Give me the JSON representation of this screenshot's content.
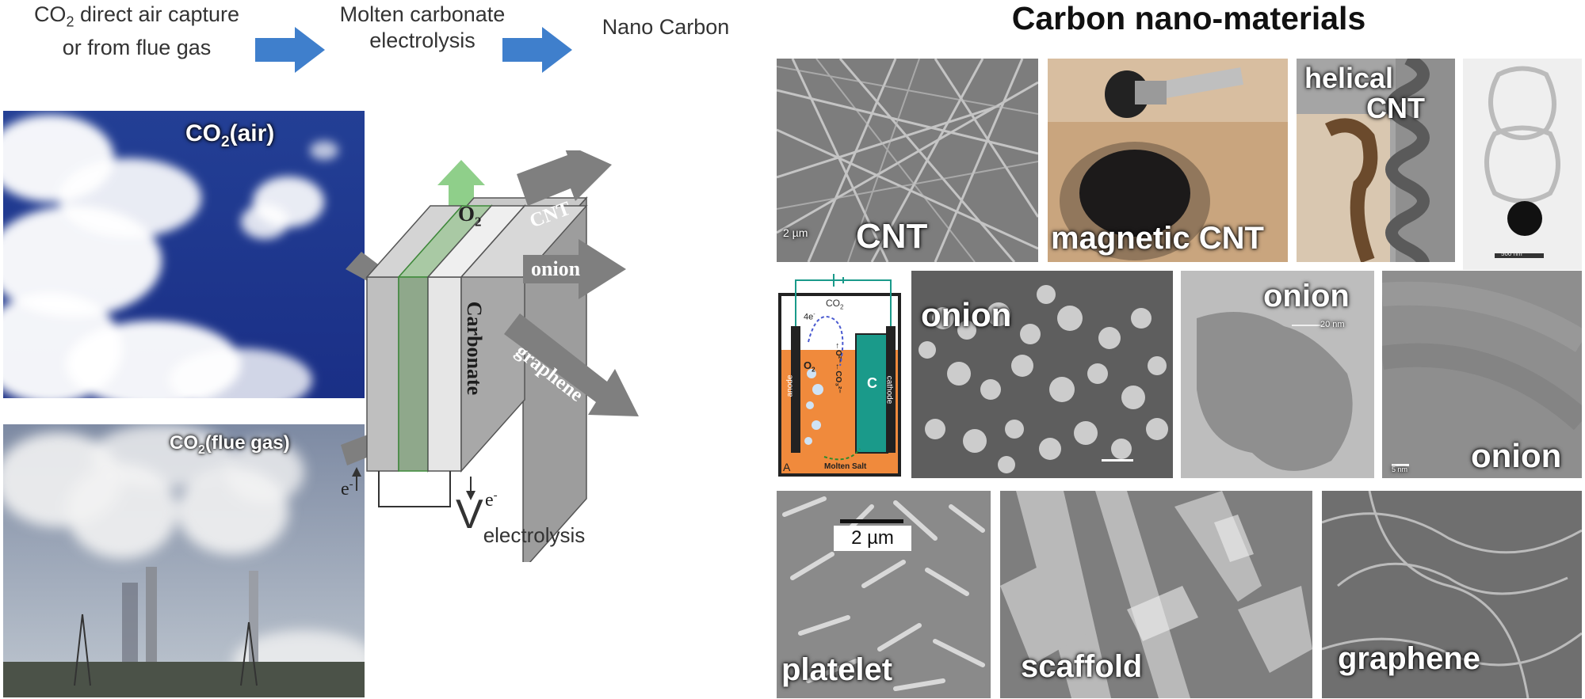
{
  "flow": {
    "step1_line1_pre": "CO",
    "step1_line1_sub": "2",
    "step1_line1_post": " direct air capture",
    "step1_line2": "or from flue gas",
    "step2_line1": "Molten carbonate",
    "step2_line2": "electrolysis",
    "step3": "Nano Carbon"
  },
  "title": "Carbon nano-materials",
  "sources": {
    "air_pre": "CO",
    "air_sub": "2",
    "air_post": "(air)",
    "flue_pre": "CO",
    "flue_sub": "2",
    "flue_post": "(flue gas)"
  },
  "cell": {
    "o2_main": "O",
    "o2_sub": "2",
    "electrolyte": "Carbonate",
    "e_left": "e",
    "e_right": "e",
    "e_sup": "-",
    "v_main": "V",
    "v_sub": "electrolysis"
  },
  "products": {
    "cnt": "CNT",
    "onion": "onion",
    "graphene": "graphene"
  },
  "panels": {
    "cnt": {
      "label": "CNT",
      "scale": "2 µm"
    },
    "magnetic": {
      "label": "magnetic CNT"
    },
    "helical": {
      "line1": "helical",
      "line2": "CNT"
    },
    "tem": {
      "scale": "500 nm"
    },
    "schematic": {
      "co2_pre": "CO",
      "co2_sub": "2",
      "e": "4e",
      "e_sup": "-",
      "o2_pre": "O",
      "o2_sub": "2",
      "anode": "anode",
      "cathode": "cathode",
      "c": "C",
      "path_text": "←O²⁻←CO₃²⁻",
      "salt": "Molten Salt",
      "tag": "A"
    },
    "onion1": {
      "label": "onion"
    },
    "onion2": {
      "label": "onion",
      "scale": "20 nm"
    },
    "onion3": {
      "label": "onion",
      "scale": "5 nm"
    },
    "platelet": {
      "label": "platelet",
      "scale": "2 µm"
    },
    "scaffold": {
      "label": "scaffold"
    },
    "graphene": {
      "label": "graphene"
    }
  },
  "colors": {
    "arrow_gray": "#7f7f7f",
    "flow_arrow_blue": "#3f7fcc",
    "o2_green": "#8fcf8a",
    "carbonate_green": "#6e8f6a",
    "sky_blue": "#1f3f99",
    "molten_orange": "#f08a3c",
    "cathode_teal": "#1a9a8a"
  }
}
